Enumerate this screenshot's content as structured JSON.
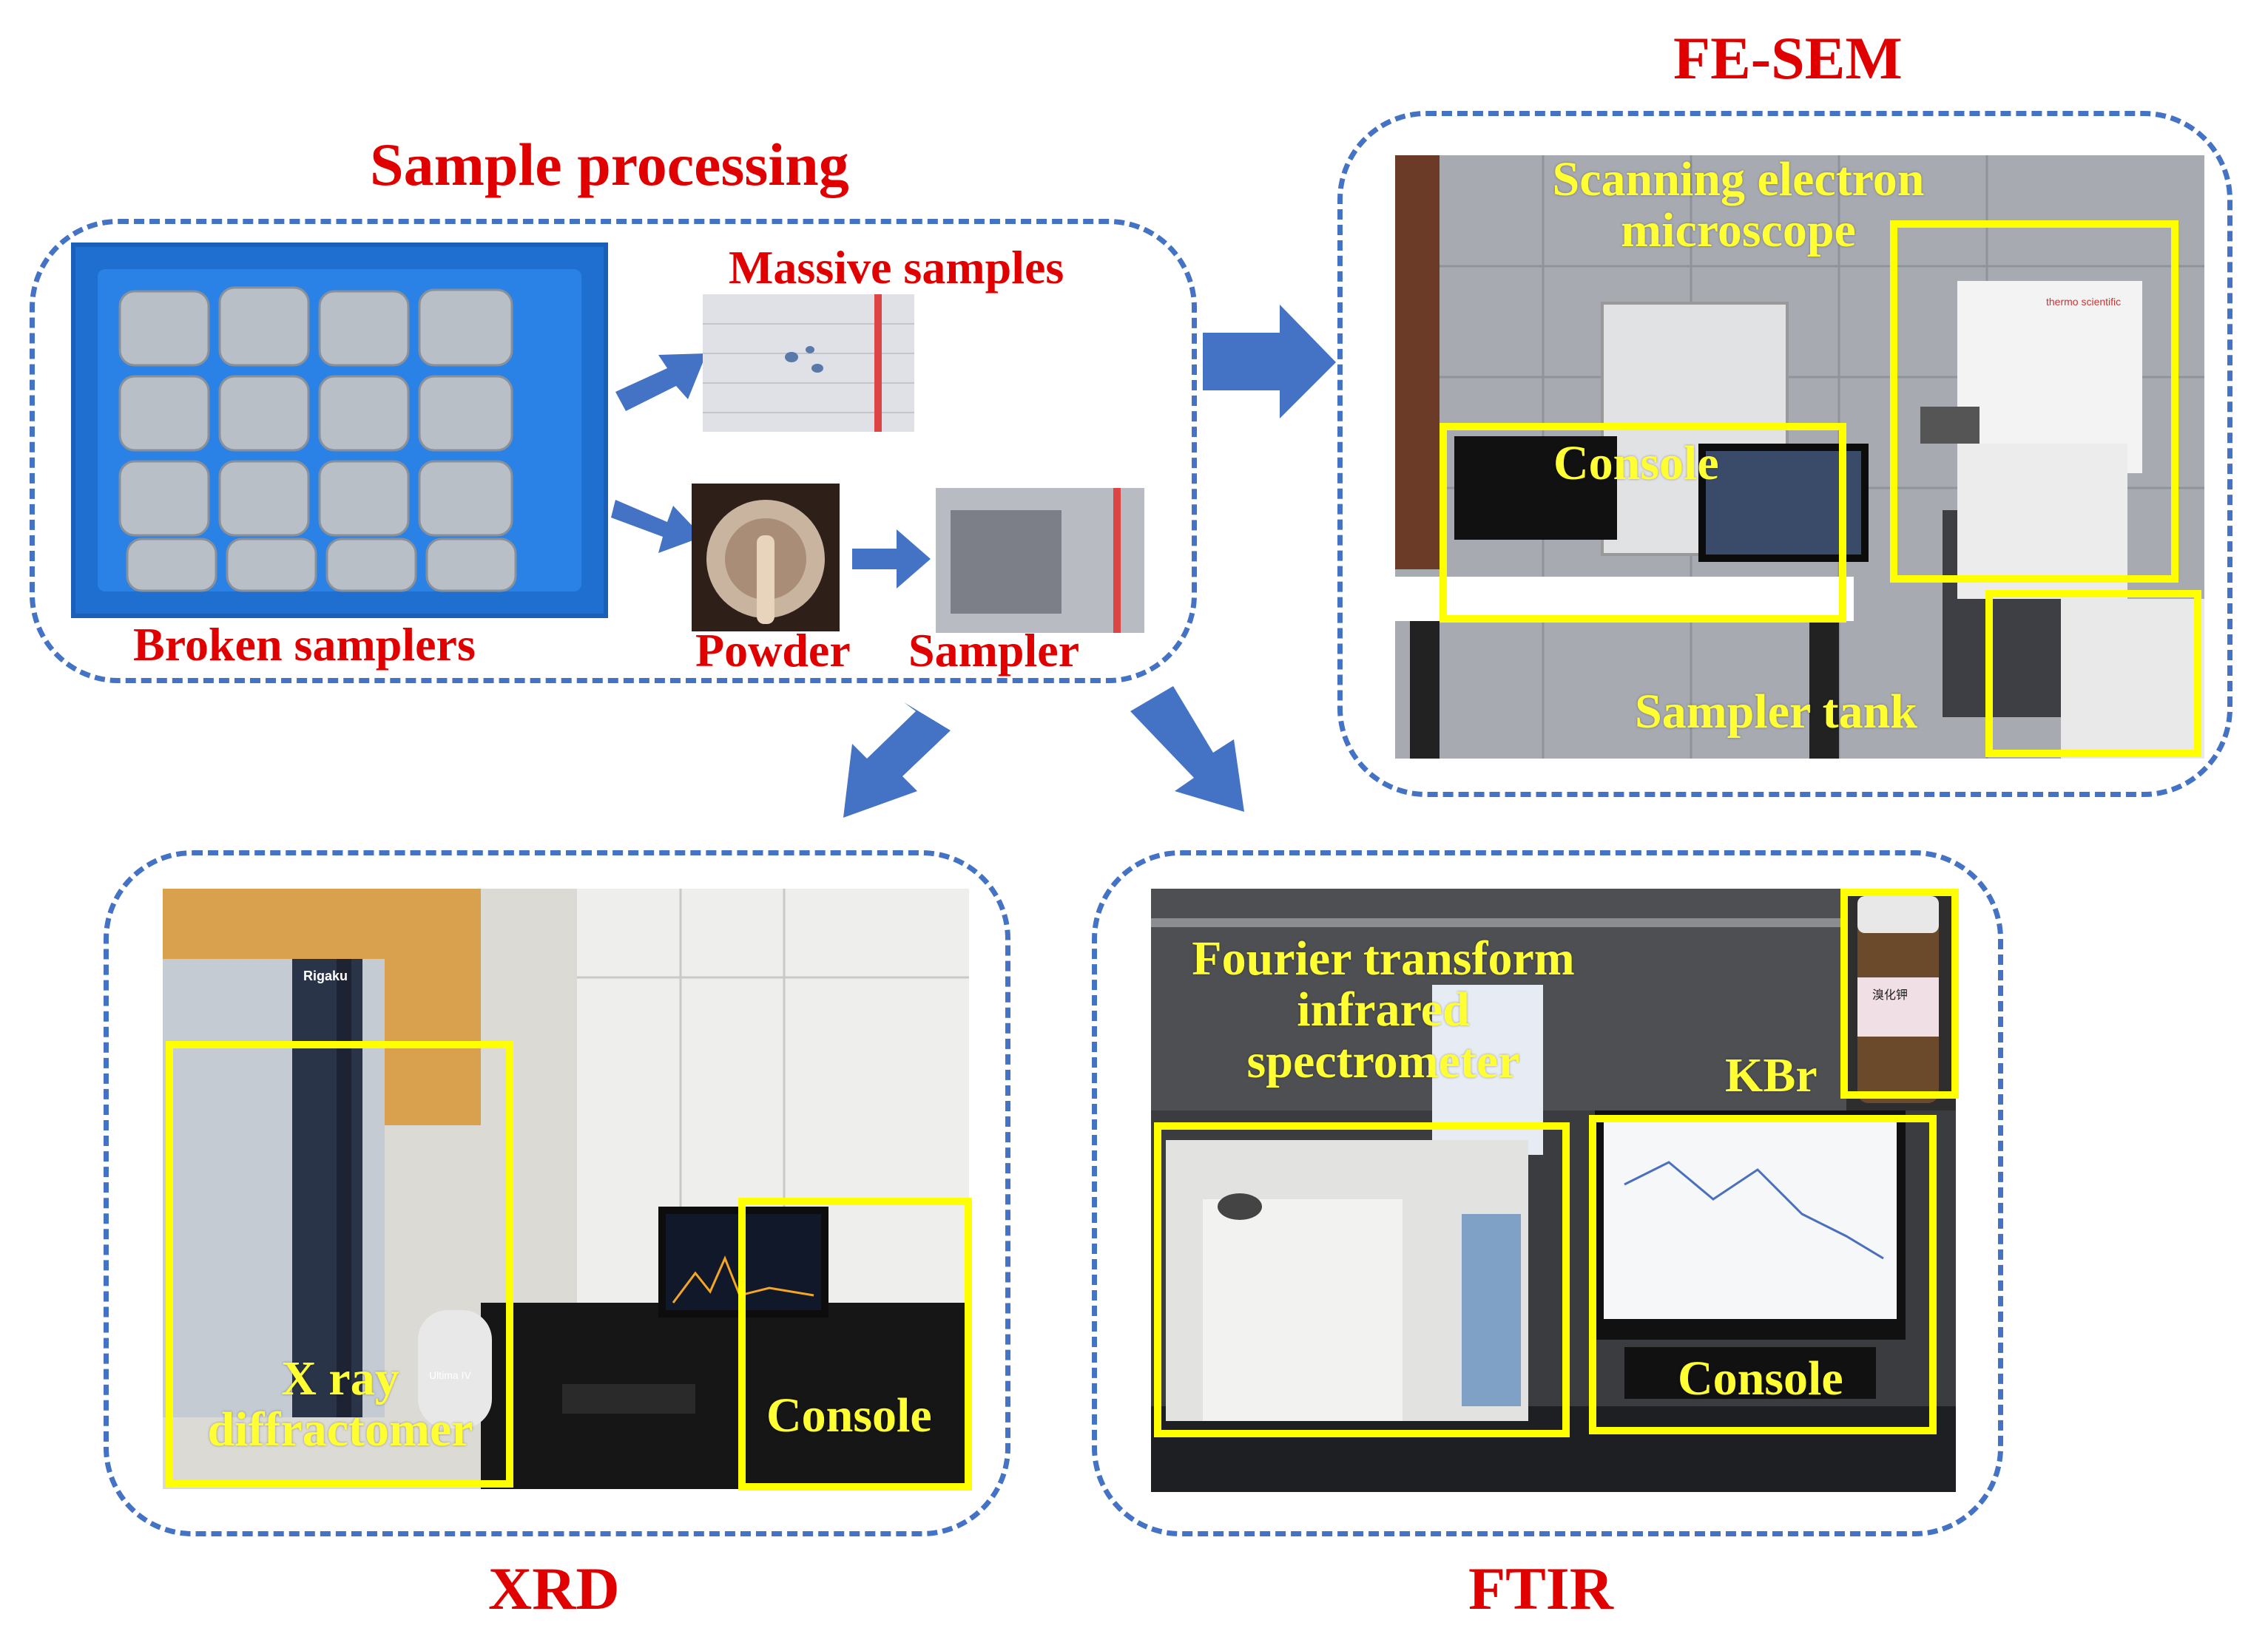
{
  "sections": {
    "sample_processing": {
      "title": "Sample processing",
      "labels": {
        "massive": "Massive samples",
        "broken": "Broken samplers",
        "powder": "Powder",
        "sampler": "Sampler"
      }
    },
    "fe_sem": {
      "title": "FE-SEM",
      "labels": {
        "sem": "Scanning electron\nmicroscope",
        "console": "Console",
        "tank": "Sampler tank"
      }
    },
    "xrd": {
      "title": "XRD",
      "labels": {
        "diffractometer": "X ray\ndiffractomer",
        "console": "Console"
      }
    },
    "ftir": {
      "title": "FTIR",
      "labels": {
        "spectrometer": "Fourier transform\ninfrared\nspectrometer",
        "kbr": "KBr",
        "console": "Console"
      }
    }
  },
  "photo_text": {
    "xrd_brand": "Rigaku",
    "xrd_model": "Ultima IV",
    "sem_brand": "thermo scientific",
    "kbr_bottle": "溴化钾"
  },
  "colors": {
    "title_red": "#e00000",
    "label_yellow": "#ffff33",
    "box_yellow": "#ffff00",
    "dash_blue": "#4472c4",
    "arrow_blue": "#4472c4"
  }
}
